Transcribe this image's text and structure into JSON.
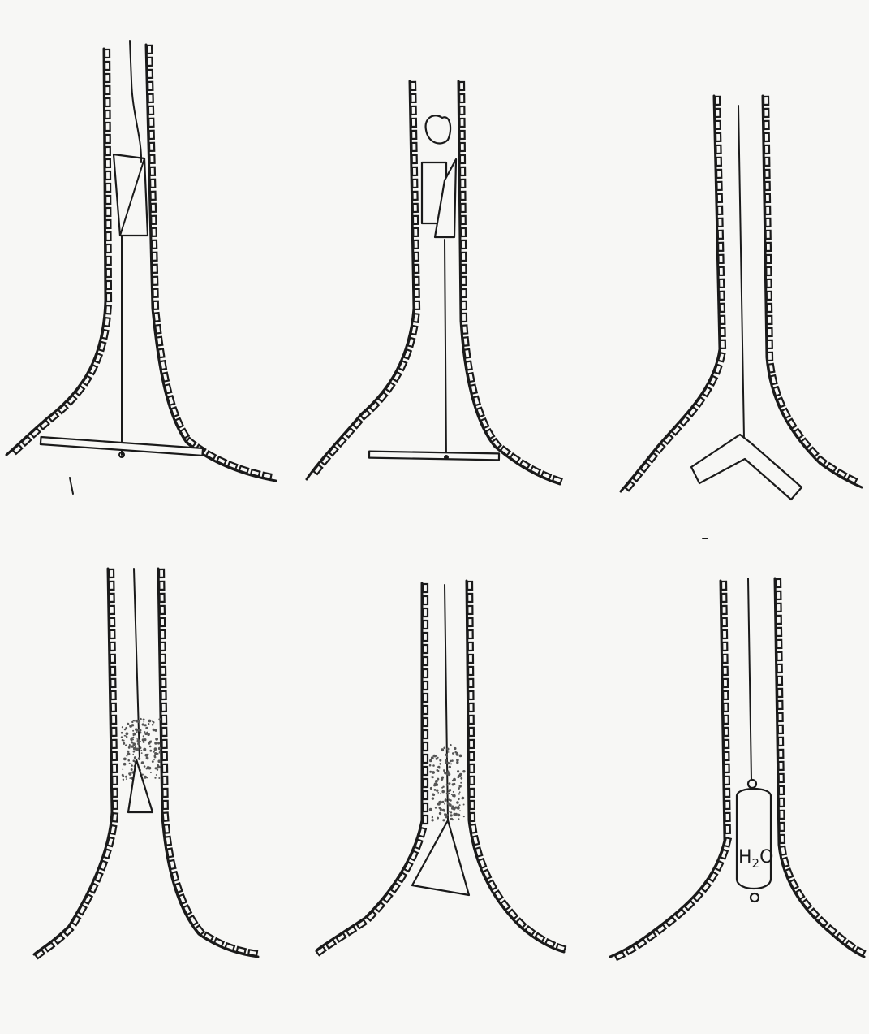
{
  "figure": {
    "background": "#f7f7f5",
    "ink": "#1a1a1a",
    "panels": [
      {
        "id": "panel-1",
        "row": 1,
        "col": 1,
        "shape": "flared-shaft",
        "contents": [
          "stone-wedge",
          "rope",
          "crossbar"
        ]
      },
      {
        "id": "panel-2",
        "row": 1,
        "col": 2,
        "shape": "flared-shaft",
        "contents": [
          "stone-wedge",
          "loose-stone",
          "rope",
          "crossbar"
        ]
      },
      {
        "id": "panel-3",
        "row": 1,
        "col": 3,
        "shape": "narrow-shaft",
        "contents": [
          "rope",
          "bent-bar"
        ]
      },
      {
        "id": "panel-4",
        "row": 2,
        "col": 1,
        "shape": "narrow-shaft",
        "contents": [
          "stone-wedge",
          "sand-fill",
          "rope"
        ]
      },
      {
        "id": "panel-5",
        "row": 2,
        "col": 2,
        "shape": "narrow-shaft",
        "contents": [
          "sand-fill",
          "rope",
          "triangular-plug"
        ]
      },
      {
        "id": "panel-6",
        "row": 2,
        "col": 3,
        "shape": "narrow-shaft",
        "contents": [
          "water-bag",
          "rope"
        ]
      }
    ],
    "water_bag_label": {
      "main": "H",
      "subscript": "2",
      "tail": "O"
    }
  }
}
